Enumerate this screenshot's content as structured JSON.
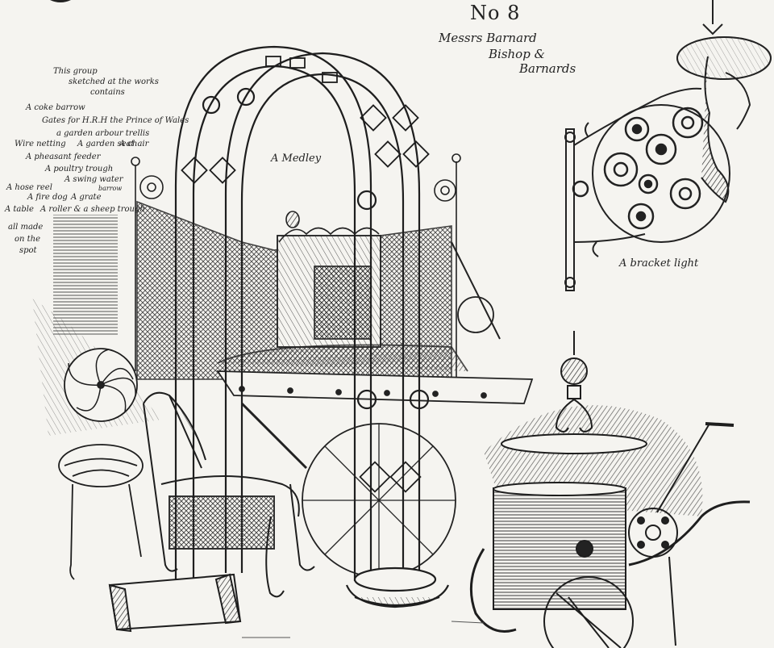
{
  "plate": {
    "number": "No 8",
    "maker": [
      "Messrs Barnard",
      "Bishop &",
      "Barnards"
    ],
    "intro": [
      "This group",
      "sketched at the works",
      "contains"
    ],
    "items": [
      "A coke barrow",
      "Gates for H.R.H the Prince of Wales",
      "a garden arbour trellis",
      "Wire netting",
      "A garden seat",
      "A chair",
      "A pheasant feeder",
      "A poultry trough",
      "A swing water",
      "barrow",
      "A hose reel",
      "A fire dog",
      "A grate",
      "A table",
      "A roller & a sheep trough"
    ],
    "footnote": [
      "all made",
      "on the",
      "spot"
    ],
    "center_caption": "A Medley",
    "bracket_caption": "A bracket light"
  },
  "colors": {
    "paper": "#f5f4f0",
    "ink": "#1e1e1e"
  }
}
